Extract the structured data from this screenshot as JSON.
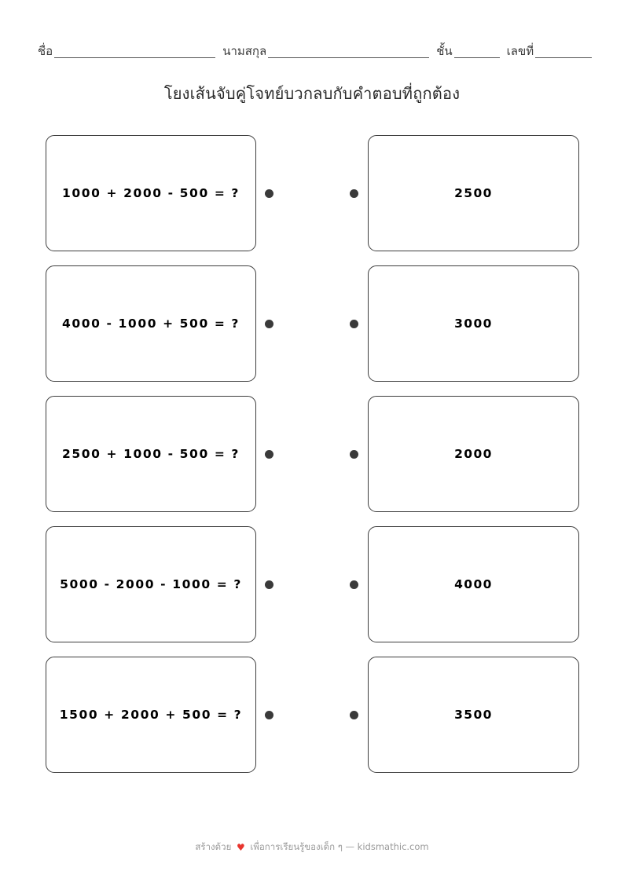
{
  "header": {
    "name_label": "ชื่อ",
    "surname_label": "นามสกุล",
    "class_label": "ชั้น",
    "number_label": "เลขที่"
  },
  "title": "โยงเส้นจับคู่โจทย์บวกลบกับคำตอบที่ถูกต้อง",
  "worksheet": {
    "rows": [
      {
        "problem": "1000 + 2000 - 500 = ?",
        "answer": "2500"
      },
      {
        "problem": "4000 - 1000 + 500 = ?",
        "answer": "3000"
      },
      {
        "problem": "2500 + 1000 - 500 = ?",
        "answer": "2000"
      },
      {
        "problem": "5000 - 2000 - 1000 = ?",
        "answer": "4000"
      },
      {
        "problem": "1500 + 2000 + 500 = ?",
        "answer": "3500"
      }
    ]
  },
  "footer": {
    "prefix": "สร้างด้วย",
    "heart": "♥",
    "suffix": "เพื่อการเรียนรู้ของเด็ก ๆ — kidsmathic.com"
  },
  "colors": {
    "border": "#3d3d3d",
    "dot": "#3a3a3a",
    "heart": "#e8352e",
    "footer_text": "#9a9a9a",
    "text": "#000000"
  }
}
